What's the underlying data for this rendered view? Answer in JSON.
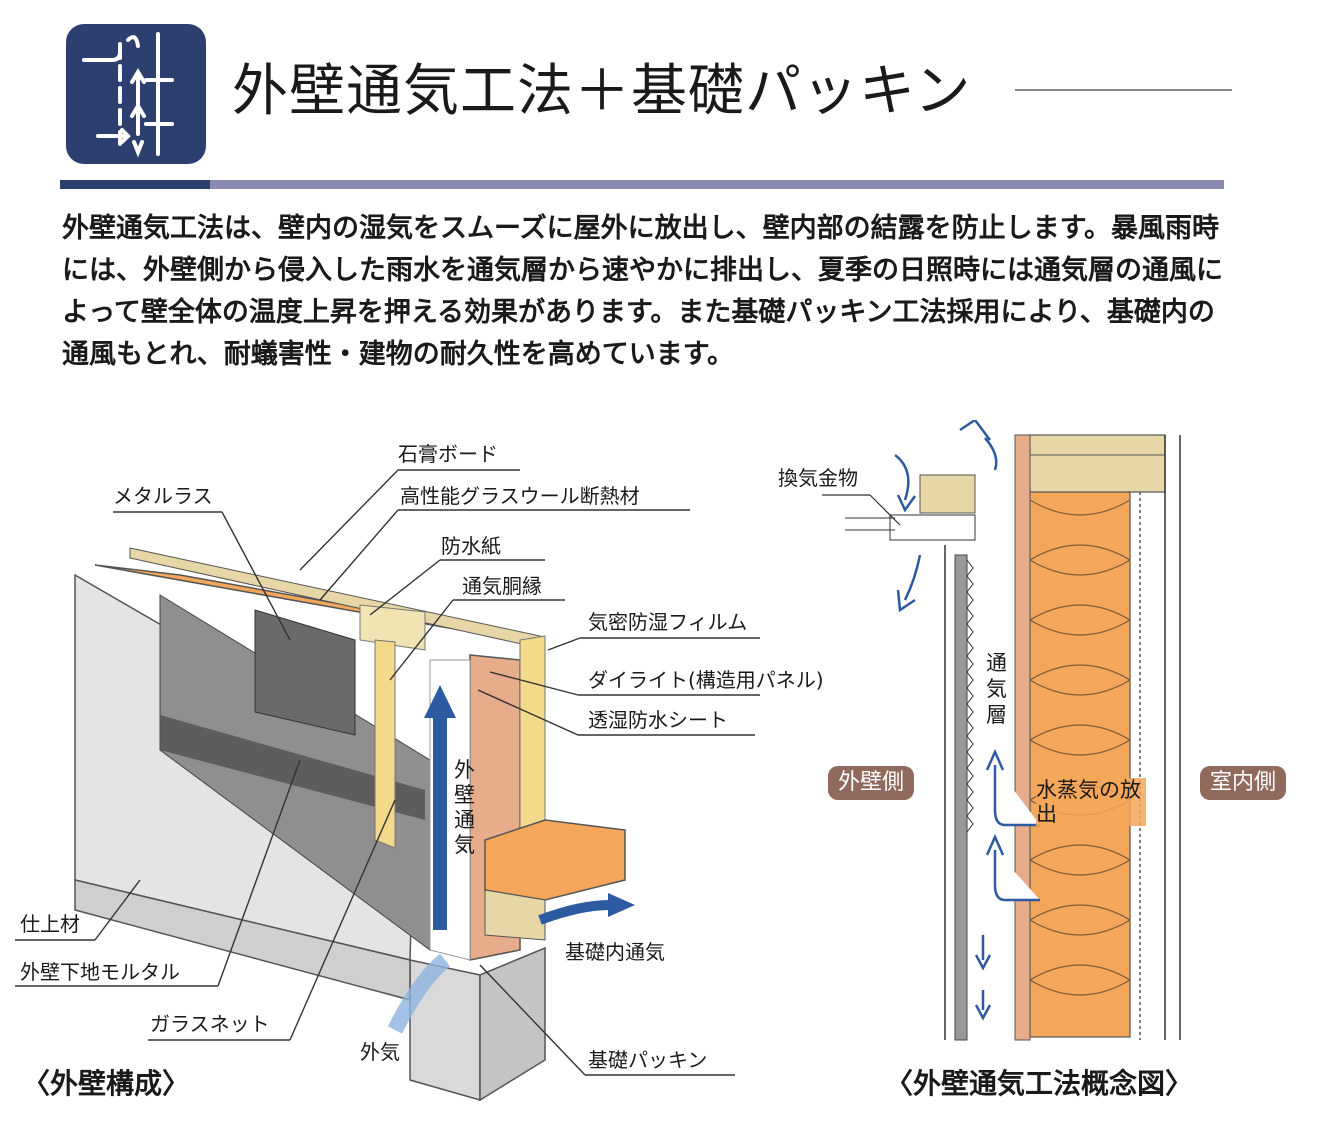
{
  "header": {
    "icon": "ventilation-arrows-icon",
    "title": "外壁通気工法＋基礎パッキン"
  },
  "description": "外壁通気工法は、壁内の湿気をスムーズに屋外に放出し、壁内部の結露を防止します。暴風雨時には、外壁側から侵入した雨水を通気層から速やかに排出し、夏季の日照時には通気層の通風によって壁全体の温度上昇を押える効果があります。また基礎パッキン工法採用により、基礎内の通風もとれ、耐蟻害性・建物の耐久性を高めています。",
  "wall_diagram": {
    "caption": "〈外壁構成〉",
    "labels": {
      "gypsum_board": "石膏ボード",
      "metal_lath": "メタルラス",
      "insulation": "高性能グラスウール断熱材",
      "waterproof_paper": "防水紙",
      "furring_strip": "通気胴縁",
      "airtight_film": "気密防湿フィルム",
      "dylight_panel": "ダイライト(構造用パネル)",
      "breathable_sheet": "透湿防水シート",
      "finish": "仕上材",
      "mortar": "外壁下地モルタル",
      "glass_net": "ガラスネット",
      "outside_air": "外気",
      "foundation_air": "基礎内通気",
      "foundation_packing": "基礎パッキン",
      "wall_ventilation": "外壁通気"
    }
  },
  "concept_diagram": {
    "caption": "〈外壁通気工法概念図〉",
    "labels": {
      "vent_fitting": "換気金物",
      "air_layer": "通気層",
      "exterior_side": "外壁側",
      "interior_side": "室内側",
      "vapor_release": "水蒸気の放出"
    }
  },
  "colors": {
    "navy": "#2c3f6e",
    "bar_light": "#8a8ab0",
    "insulation_orange": "#f4a75a",
    "panel_salmon": "#e7ad8a",
    "timber": "#e8d7a6",
    "arrow_blue": "#2d5aa0",
    "badge_brown": "#8f6a5d"
  }
}
